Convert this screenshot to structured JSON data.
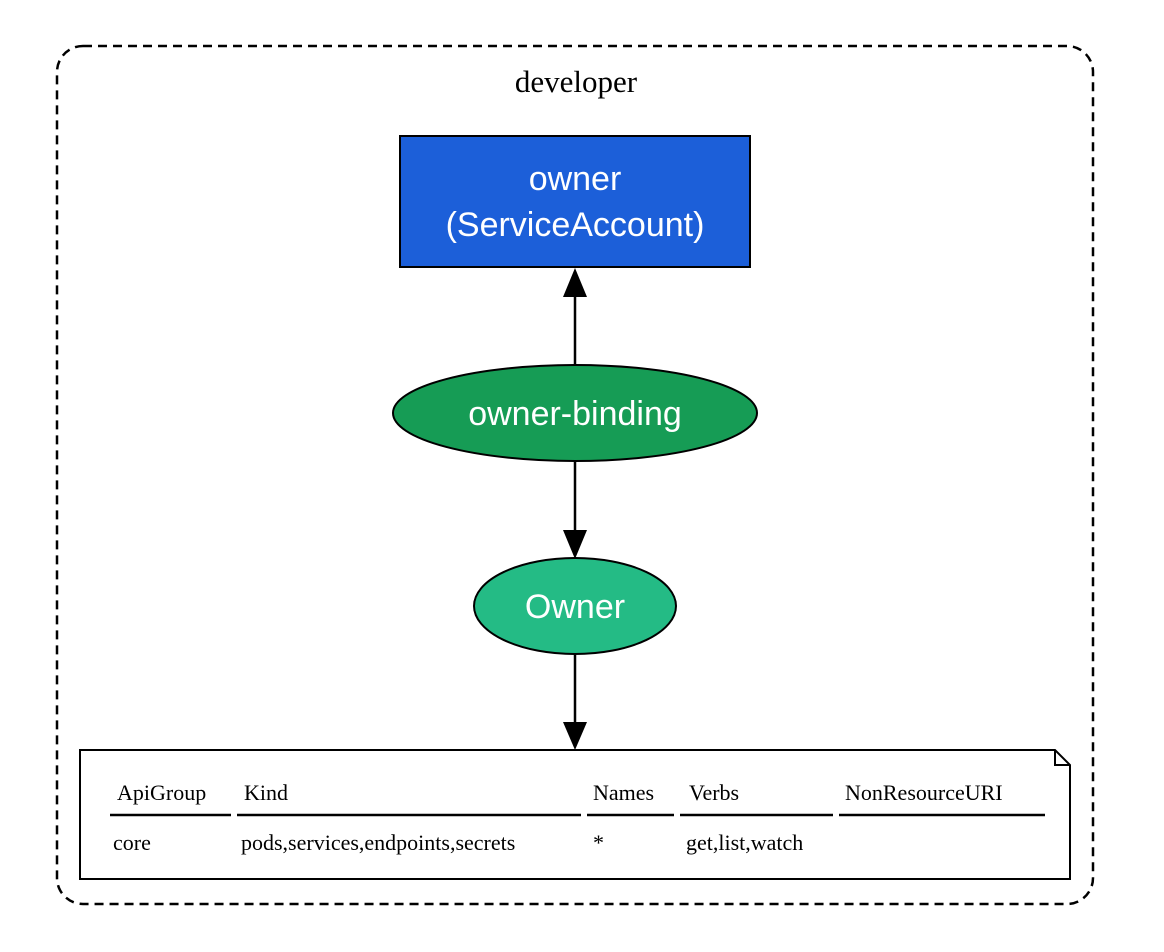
{
  "cluster": {
    "label": "developer"
  },
  "nodes": {
    "service_account": {
      "line1": "owner",
      "line2": "(ServiceAccount)",
      "color": "#1c5fd9"
    },
    "role_binding": {
      "label": "owner-binding",
      "color": "#169c55"
    },
    "role": {
      "label": "Owner",
      "color": "#24bb85"
    }
  },
  "rules_table": {
    "headers": {
      "api_group": "ApiGroup",
      "kind": "Kind",
      "names": "Names",
      "verbs": "Verbs",
      "non_resource_uri": "NonResourceURI"
    },
    "rows": [
      {
        "api_group": "core",
        "kind": "pods,services,endpoints,secrets",
        "names": "*",
        "verbs": "get,list,watch",
        "non_resource_uri": ""
      }
    ]
  }
}
